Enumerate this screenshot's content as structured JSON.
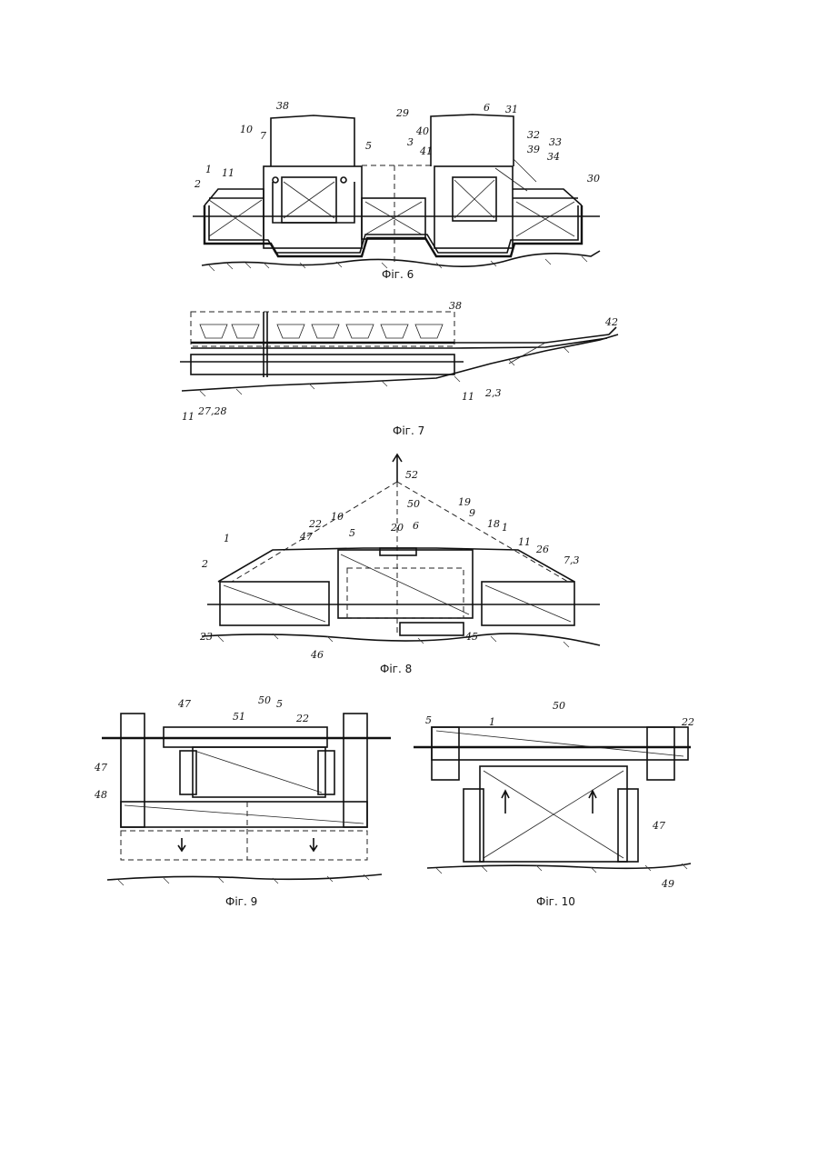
{
  "figures": [
    {
      "caption": "Фіг. 6",
      "labels": [
        "38",
        "29",
        "6",
        "31",
        "10",
        "7",
        "5",
        "40",
        "41",
        "3",
        "32",
        "39",
        "33",
        "34",
        "1",
        "2",
        "11",
        "30"
      ]
    },
    {
      "caption": "Фіг. 7",
      "labels": [
        "38",
        "42",
        "11",
        "27,28",
        "11",
        "2,3"
      ]
    },
    {
      "caption": "Фіг. 8",
      "labels": [
        "52",
        "50",
        "19",
        "9",
        "20",
        "6",
        "18",
        "1",
        "11",
        "26",
        "7,3",
        "22",
        "10",
        "5",
        "47",
        "2",
        "1",
        "23",
        "45",
        "46"
      ]
    },
    {
      "caption": "Фіг. 9",
      "labels": [
        "47",
        "51",
        "50",
        "5",
        "22",
        "47",
        "48"
      ]
    },
    {
      "caption": "Фіг. 10",
      "labels": [
        "50",
        "5",
        "1",
        "22",
        "47",
        "49"
      ]
    }
  ]
}
